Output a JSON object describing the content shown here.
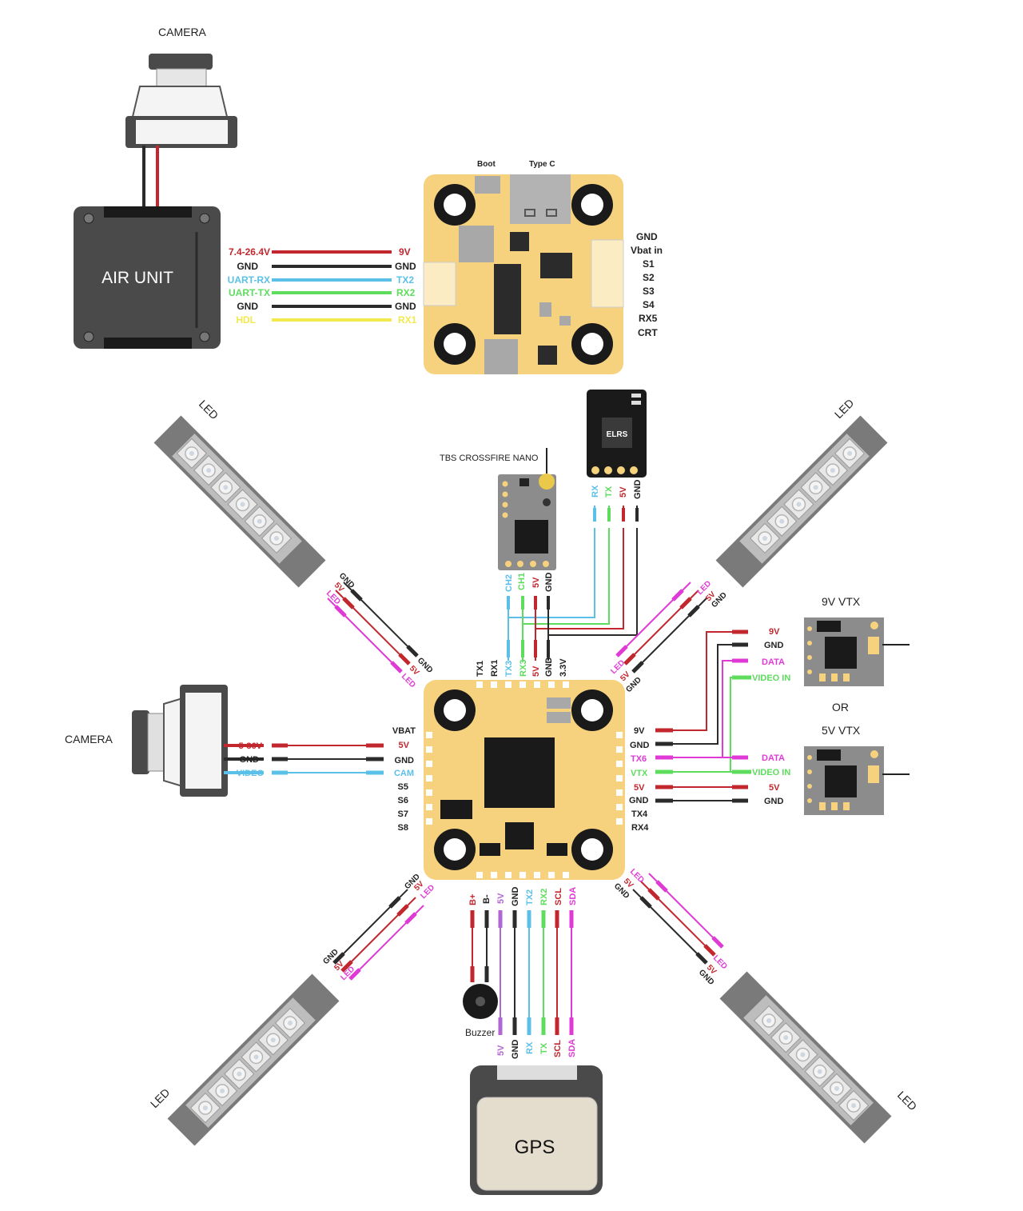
{
  "colors": {
    "red": "#c1272d",
    "black": "#2b2b2b",
    "blue": "#5bc0e8",
    "green": "#5ddc5d",
    "yellow": "#f2e94e",
    "magenta": "#e03ad6",
    "purple": "#b266d4",
    "board": "#f6d27e",
    "dark": "#4a4a4a"
  },
  "top": {
    "camera_label": "CAMERA",
    "air_unit_label": "AIR UNIT",
    "boot_label": "Boot",
    "typec_label": "Type C",
    "air_unit_pins": [
      "7.4-26.4V",
      "GND",
      "UART-RX",
      "UART-TX",
      "GND",
      "HDL"
    ],
    "fc_pins": [
      "9V",
      "GND",
      "TX2",
      "RX2",
      "GND",
      "RX1"
    ],
    "esc_pins": [
      "GND",
      "Vbat in",
      "S1",
      "S2",
      "S3",
      "S4",
      "RX5",
      "CRT"
    ]
  },
  "main": {
    "led_label": "LED",
    "tbs_label": "TBS CROSSFIRE NANO",
    "elrs_label": "ELRS",
    "tbs_pins": [
      "CH2",
      "CH1",
      "5V",
      "GND"
    ],
    "elrs_pins": [
      "RX",
      "TX",
      "5V",
      "GND"
    ],
    "fc_top_pins": [
      "TX1",
      "RX1",
      "TX3",
      "RX3",
      "5V",
      "GND",
      "3.3V"
    ],
    "fc_left_pins": [
      "VBAT",
      "5V",
      "GND",
      "CAM",
      "S5",
      "S6",
      "S7",
      "S8"
    ],
    "fc_right_pins": [
      "9V",
      "GND",
      "TX6",
      "VTX",
      "5V",
      "GND",
      "TX4",
      "RX4"
    ],
    "fc_bottom_pins": [
      "B+",
      "B-",
      "5V",
      "GND",
      "TX2",
      "RX2",
      "SCL",
      "SDA"
    ],
    "camera_label": "CAMERA",
    "camera_pins": [
      "5-36V",
      "GND",
      "VIDEO"
    ],
    "vtx9_label": "9V VTX",
    "vtx9_pins": [
      "9V",
      "GND",
      "DATA",
      "VIDEO IN"
    ],
    "or_label": "OR",
    "vtx5_label": "5V VTX",
    "vtx5_pins": [
      "DATA",
      "VIDEO IN",
      "5V",
      "GND"
    ],
    "buzzer_label": "Buzzer",
    "gps_pins": [
      "5V",
      "GND",
      "RX",
      "TX",
      "SCL",
      "SDA"
    ],
    "gps_label": "GPS",
    "led_tl_pins": [
      "GND",
      "5V",
      "LED"
    ],
    "led_tl_fc_pins": [
      "GND",
      "5V",
      "LED"
    ]
  }
}
